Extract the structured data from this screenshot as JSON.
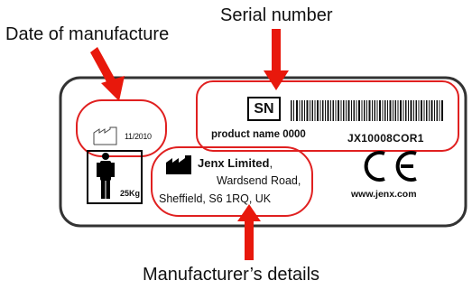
{
  "callouts": {
    "serial": "Serial number",
    "date": "Date of manufacture",
    "manufacturer": "Manufacturer’s details"
  },
  "label": {
    "manufacture_date": "11/2010",
    "sn_symbol": "SN",
    "product_name": "product name 0000",
    "serial_code": "JX10008COR1",
    "max_weight": "25Kg",
    "company_name": "Jenx Limited",
    "company_suffix": ",",
    "street": "Wardsend Road,",
    "city": "Sheffield, S6 1RQ, UK",
    "ce_mark": "CE",
    "website": "www.jenx.com"
  },
  "colors": {
    "highlight_red": "#e02020",
    "border_dark": "#333333"
  },
  "icons": [
    "factory-date-icon",
    "barcode-icon",
    "person-weight-icon",
    "manufacturer-factory-icon",
    "ce-mark-icon"
  ]
}
